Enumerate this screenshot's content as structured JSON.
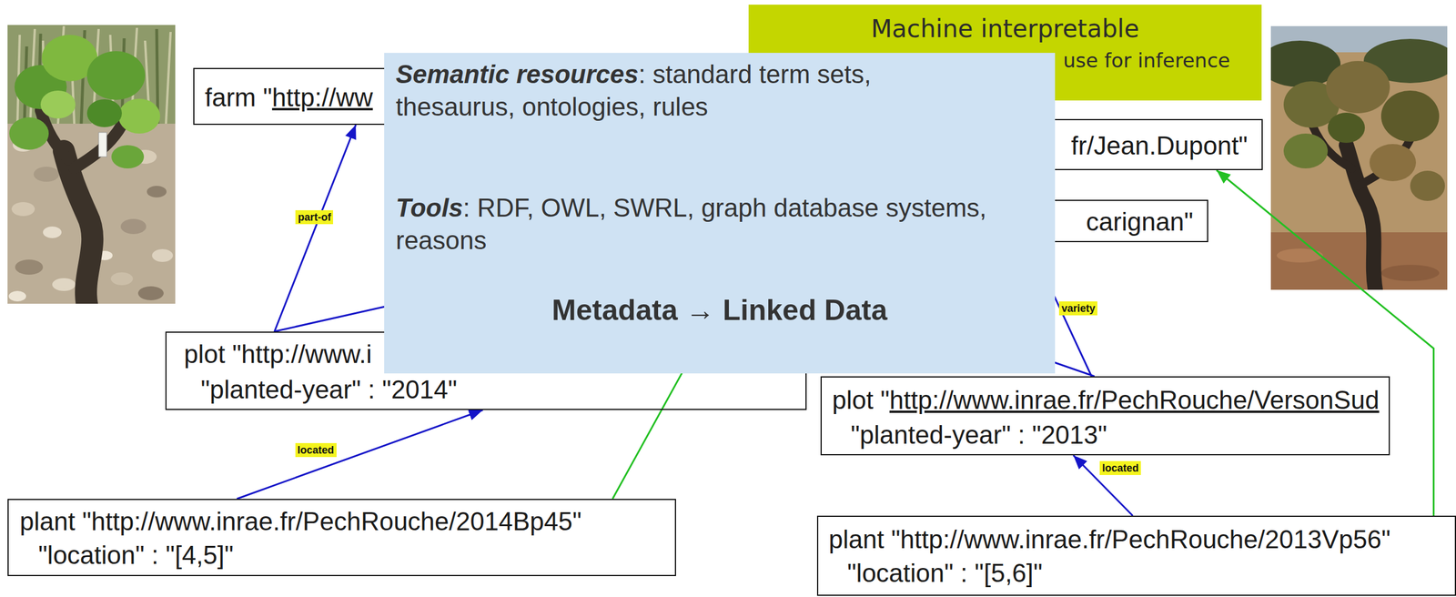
{
  "diagram": {
    "nodes": [
      {
        "text": [
          "Machine interpretable",
          "use for inference"
        ]
      },
      {
        "text": [
          "farm \"",
          "http://ww"
        ]
      },
      {
        "text": [
          "fr/Jean.Dupont\""
        ]
      },
      {
        "text": [
          "carignan\""
        ]
      },
      {
        "text": [
          "Semantic resources",
          ": standard term sets, thesaurus, ontologies, rules",
          "Tools",
          ": RDF, OWL, SWRL, graph database systems, reasons",
          "Metadata → Linked Data"
        ]
      },
      {
        "text": [
          "plot \"http://www.i",
          "\"planted-year\" : \"2014\""
        ]
      },
      {
        "text": [
          "plot \"",
          "http://www.inrae.fr/PechRouche/VersonSud",
          "\"planted-year\" : \"2013\""
        ]
      },
      {
        "text": [
          "plant \"http://www.inrae.fr/PechRouche/2014Bp45\"",
          "\"location\" : \"[4,5]\""
        ]
      },
      {
        "text": [
          "plant \"http://www.inrae.fr/PechRouche/2013Vp56\"",
          "\"location\" : \"[5,6]\""
        ]
      }
    ],
    "edges": [
      {
        "from": 5,
        "to": 1,
        "arrow": "to",
        "label": "part-of"
      },
      {
        "from": 7,
        "to": 5,
        "arrow": "to",
        "label": "located"
      },
      {
        "from": 7,
        "to": 2,
        "arrow": "to"
      },
      {
        "from": 6,
        "to": 3,
        "arrow": "to",
        "label": "variety"
      },
      {
        "from": 8,
        "to": 6,
        "arrow": "to",
        "label": "located"
      },
      {
        "from": 8,
        "to": 2,
        "arrow": "to"
      }
    ]
  }
}
